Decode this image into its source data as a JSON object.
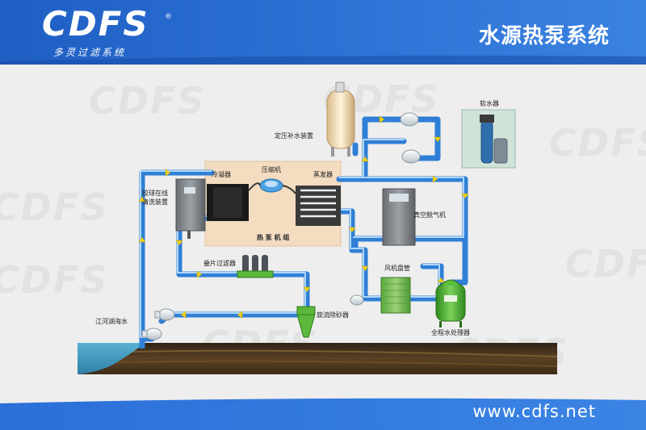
{
  "brand": {
    "logo_text": "CDFS",
    "subtitle": "多灵过滤系统",
    "registered": "®"
  },
  "page_title": "水源热泵系统",
  "site_url": "www.cdfs.net",
  "labels": {
    "pressure_unit": "定压补水装置",
    "softener": "软水器",
    "compressor": "压缩机",
    "condenser": "冷凝器",
    "evaporator": "蒸发器",
    "heat_pump_unit": "热 泵 机 组",
    "ball_cleaner_line1": "胶球在线",
    "ball_cleaner_line2": "清洗装置",
    "vacuum_degasser": "真空脱气机",
    "fan_coil": "风机盘管",
    "full_process_treater": "全程水处理器",
    "disc_filter": "叠片过滤器",
    "cyclone_separator": "旋流除砂器",
    "water_source": "江河湖海水"
  },
  "colors": {
    "header_blue": "#2a6fd6",
    "pipe_blue": "#2f7fd6",
    "pipe_highlight": "#bfe0ff",
    "arrow_yellow": "#f2d21a",
    "unit_box": "#f3ddc0",
    "equipment_green": "#55b236",
    "water": "#3a8fb5",
    "soil": "#4e3820"
  }
}
